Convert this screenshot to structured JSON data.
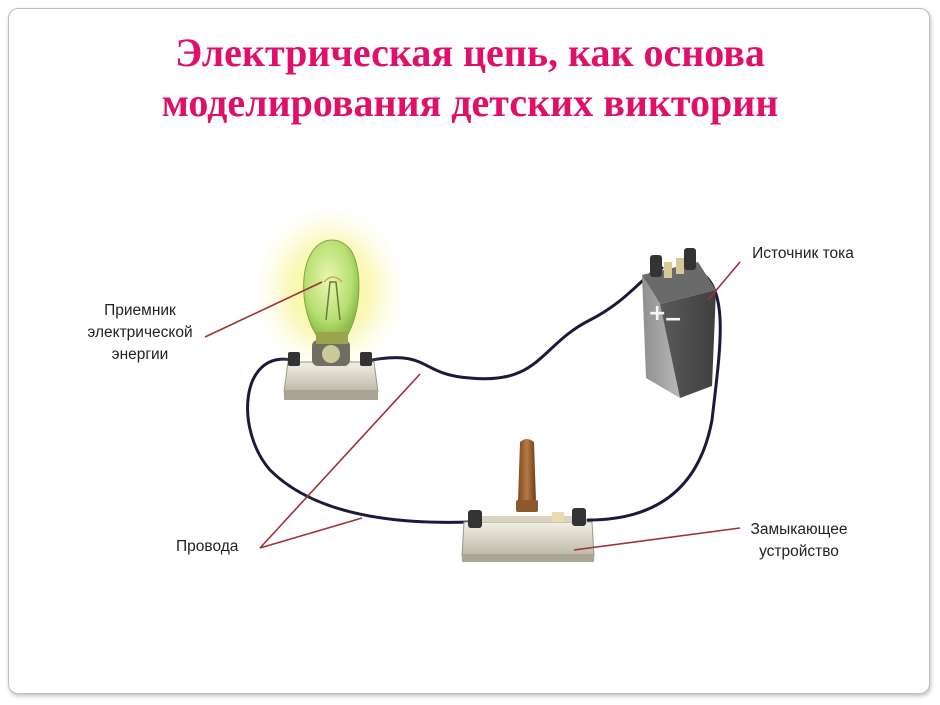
{
  "title": {
    "line1": "Электрическая цепь, как основа",
    "line2": "моделирования детских викторин"
  },
  "labels": {
    "receiver": [
      "Приемник",
      "электрической",
      "энергии"
    ],
    "source": "Источник тока",
    "wires": "Провода",
    "switch": [
      "Замыкающее",
      "устройство"
    ]
  },
  "battery_terminals": {
    "plus": "+",
    "minus": "−"
  },
  "colors": {
    "title": "#e0106a",
    "wire": "#1a1a3a",
    "pointer": "#a0303a",
    "bulb_glow": "#f4f06a"
  }
}
